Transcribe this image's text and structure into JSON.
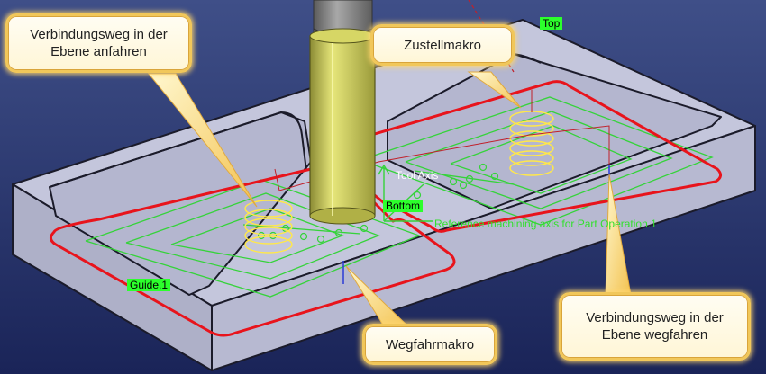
{
  "labels": {
    "top": "Top",
    "tool_axis": "Tool Axis",
    "bottom": "Bottom",
    "guide": "Guide.1",
    "reference_axis": "Reference machining axis for Part Operation.1"
  },
  "callouts": {
    "approach_plane": "Verbindungsweg in der\nEbene anfahren",
    "feed_macro": "Zustellmakro",
    "retract_macro": "Wegfahrmakro",
    "retract_plane": "Verbindungsweg in der\nEbene wegfahren"
  },
  "colors": {
    "background_top": "#3f4f88",
    "background_bottom": "#1a2458",
    "part": "#c4c6dc",
    "toolpath_red": "#e8141c",
    "toolpath_green": "#35d33a",
    "helix_yellow": "#ffe84a",
    "tool": "#c6c655"
  }
}
